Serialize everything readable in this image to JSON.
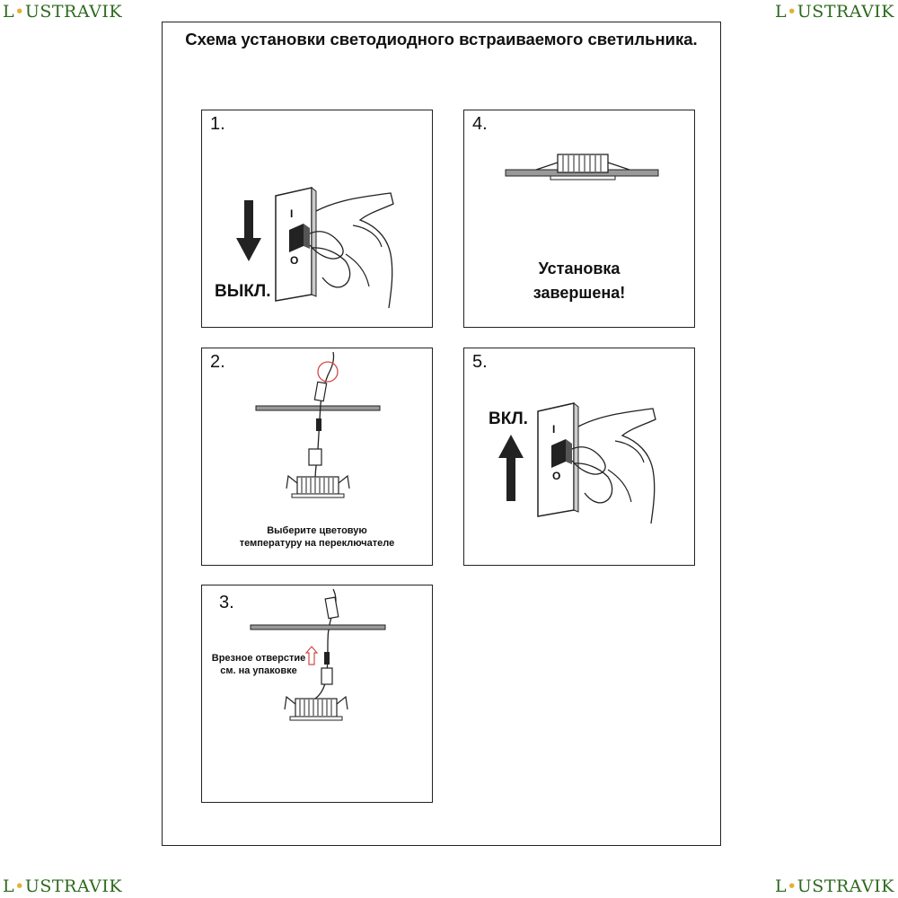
{
  "watermark": {
    "prefix": "L",
    "dot": "•",
    "suffix": "USTRAVIK"
  },
  "title": "Схема установки светодиодного встраиваемого светильника.",
  "steps": [
    {
      "number": "1.",
      "label": "ВЫКЛ.",
      "switch_on": "I",
      "switch_off": "O"
    },
    {
      "number": "2.",
      "caption_line1": "Выберите цветовую",
      "caption_line2": "температуру на переключателе"
    },
    {
      "number": "3.",
      "caption_line1": "Врезное отверстие",
      "caption_line2": "см. на упаковке"
    },
    {
      "number": "4.",
      "caption_line1": "Установка",
      "caption_line2": "завершена!"
    },
    {
      "number": "5.",
      "label": "ВКЛ.",
      "switch_on": "I",
      "switch_off": "O"
    }
  ],
  "colors": {
    "watermark": "#2d6a1e",
    "watermark_dot": "#e2b233",
    "highlight": "#d04a4a"
  }
}
